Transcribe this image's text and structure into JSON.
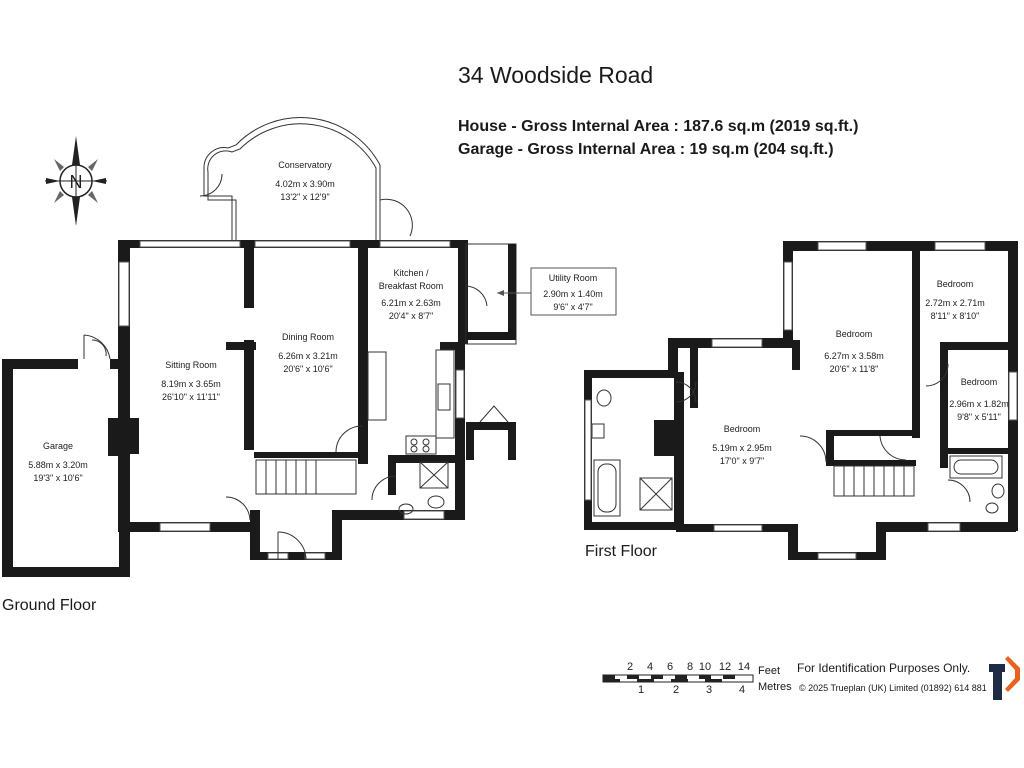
{
  "header": {
    "title": "34 Woodside Road",
    "house_area": "House - Gross Internal Area  :  187.6 sq.m   (2019 sq.ft.)",
    "garage_area": "Garage - Gross Internal Area  :  19 sq.m   (204 sq.ft.)"
  },
  "floors": {
    "ground": "Ground Floor",
    "first": "First Floor"
  },
  "rooms": {
    "conservatory": {
      "name": "Conservatory",
      "metric": "4.02m  x  3.90m",
      "imperial": "13'2\"  x  12'9\""
    },
    "kitchen": {
      "name1": "Kitchen /",
      "name2": "Breakfast Room",
      "metric": "6.21m  x  2.63m",
      "imperial": "20'4\"  x  8'7\""
    },
    "utility": {
      "name": "Utility Room",
      "metric": "2.90m  x  1.40m",
      "imperial": "9'6\"  x  4'7\""
    },
    "dining": {
      "name": "Dining Room",
      "metric": "6.26m  x  3.21m",
      "imperial": "20'6\"  x  10'6\""
    },
    "sitting": {
      "name": "Sitting Room",
      "metric": "8.19m  x  3.65m",
      "imperial": "26'10\"  x  11'11\""
    },
    "garage": {
      "name": "Garage",
      "metric": "5.88m  x  3.20m",
      "imperial": "19'3\"  x  10'6\""
    },
    "bed_main": {
      "name": "Bedroom",
      "metric": "6.27m  x  3.58m",
      "imperial": "20'6\"  x  11'8\""
    },
    "bed_top_right": {
      "name": "Bedroom",
      "metric": "2.72m  x  2.71m",
      "imperial": "8'11\"  x  8'10\""
    },
    "bed_small": {
      "name": "Bedroom",
      "metric": "2.96m  x  1.82m",
      "imperial": "9'8\"  x  5'11\""
    },
    "bed_left": {
      "name": "Bedroom",
      "metric": "5.19m  x  2.95m",
      "imperial": "17'0\"  x  9'7\""
    }
  },
  "compass": {
    "letter": "N",
    "icon": "compass-rose-icon"
  },
  "scale": {
    "feet_ticks": [
      "2",
      "4",
      "6",
      "8",
      "10",
      "12",
      "14"
    ],
    "metre_ticks": [
      "1",
      "2",
      "3",
      "4"
    ],
    "feet_label": "Feet",
    "metres_label": "Metres"
  },
  "footer": {
    "identification": "For Identification Purposes Only.",
    "copyright": "©  2025 Trueplan (UK) Limited  (01892) 614 881",
    "logo_icon": "trueplan-logo-icon",
    "logo_colors": [
      "#1f2a44",
      "#e8641e"
    ]
  }
}
